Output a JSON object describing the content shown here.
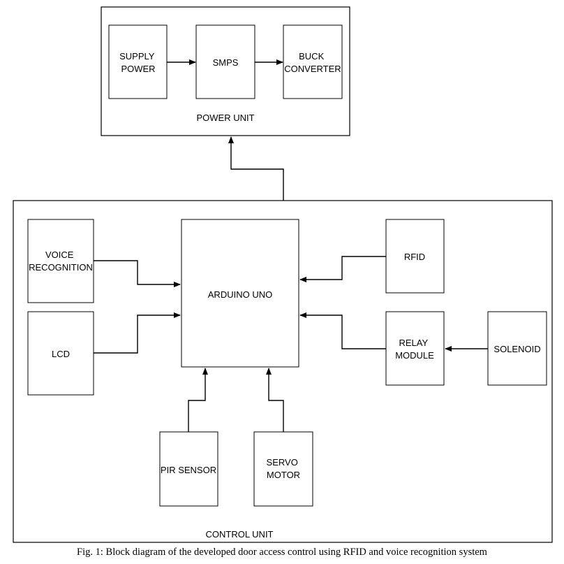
{
  "power_unit": {
    "label": "POWER UNIT",
    "blocks": {
      "supply": [
        "SUPPLY",
        "POWER"
      ],
      "smps": [
        "SMPS"
      ],
      "buck": [
        "BUCK",
        "CONVERTER"
      ]
    }
  },
  "control_unit": {
    "label": "CONTROL UNIT",
    "blocks": {
      "voice": [
        "VOICE",
        "RECOGNITION"
      ],
      "lcd": [
        "LCD"
      ],
      "arduino": [
        "ARDUINO UNO"
      ],
      "rfid": [
        "RFID"
      ],
      "relay": [
        "RELAY",
        "MODULE"
      ],
      "solenoid": [
        "SOLENOID"
      ],
      "pir": [
        "PIR SENSOR"
      ],
      "servo": [
        "SERVO",
        "MOTOR"
      ]
    }
  },
  "caption": "Fig. 1: Block diagram of the developed door access control using RFID and voice recognition system"
}
